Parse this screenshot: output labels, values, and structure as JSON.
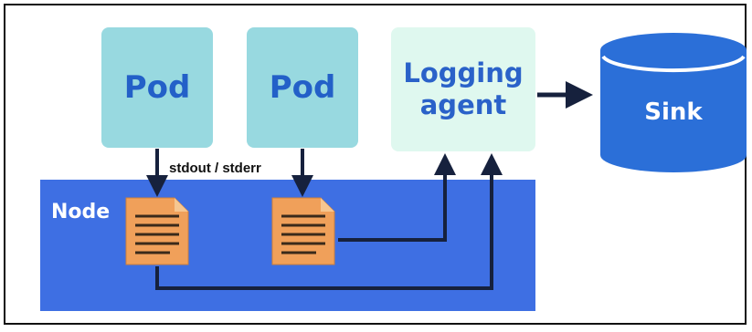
{
  "diagram": {
    "pods": [
      {
        "label": "Pod"
      },
      {
        "label": "Pod"
      }
    ],
    "agent": {
      "line1": "Logging",
      "line2": "agent"
    },
    "sink": {
      "label": "Sink"
    },
    "node": {
      "label": "Node"
    },
    "edge_label": "stdout / stderr",
    "colors": {
      "node_bg": "#3e6fe3",
      "pod_bg": "#98d9e0",
      "pod_text": "#2360c8",
      "agent_bg": "#dff8ef",
      "sink": "#2b6fd8",
      "file": "#f0a05a",
      "arrow": "#16213d"
    }
  }
}
